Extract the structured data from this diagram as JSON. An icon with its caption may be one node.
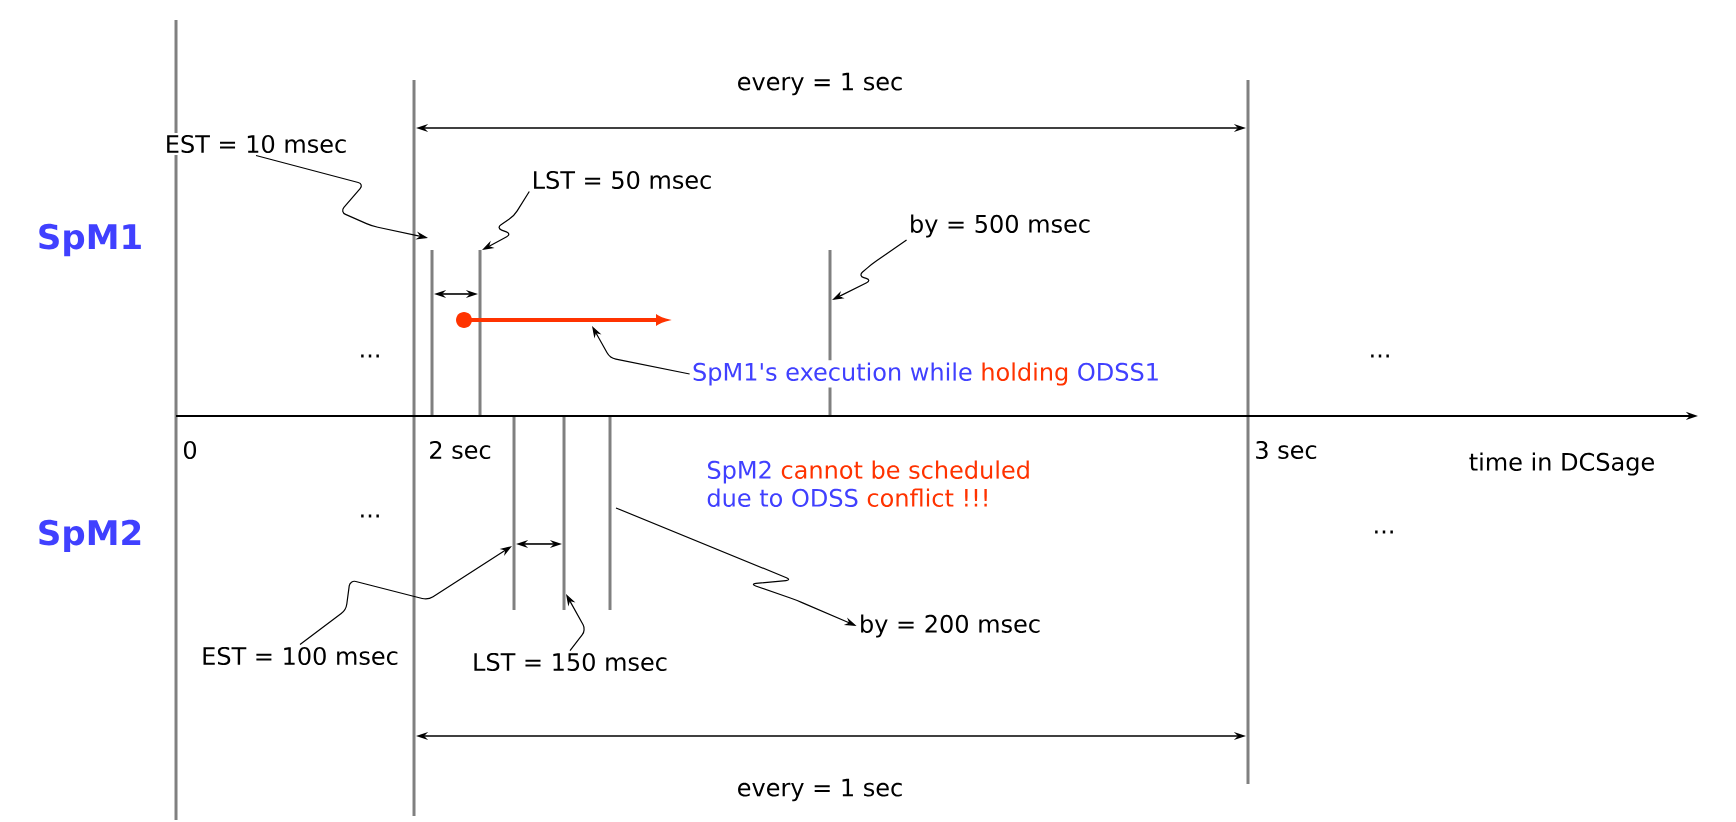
{
  "diagram": {
    "nodes": [
      {
        "text": [
          "EST = 10 msec"
        ]
      },
      {
        "text": [
          "LST = 50 msec"
        ]
      },
      {
        "text": [
          "by = 500 msec"
        ]
      },
      {
        "text": [
          "SpM1's execution while",
          "holding",
          "ODSS1"
        ]
      },
      {
        "text": [
          "by = 200 msec"
        ]
      },
      {
        "text": [
          "EST = 100 msec"
        ]
      },
      {
        "text": [
          "LST = 150 msec"
        ]
      }
    ],
    "edges": [
      {
        "from": 0,
        "to": null,
        "arrow": "to"
      },
      {
        "from": 1,
        "to": null,
        "arrow": "to"
      },
      {
        "from": 2,
        "to": null,
        "arrow": "to"
      },
      {
        "from": 3,
        "to": null,
        "arrow": "to"
      },
      {
        "from": null,
        "to": 4,
        "arrow": "to"
      },
      {
        "from": 5,
        "to": null,
        "arrow": "to"
      },
      {
        "from": 6,
        "to": null,
        "arrow": "to"
      }
    ],
    "labels": [
      "every = 1 sec",
      "SpM1",
      "...",
      "...",
      "0",
      "2 sec",
      "3 sec",
      "time in DCSage",
      "SpM2",
      "SpM2",
      "cannot be scheduled",
      "due to ODSS",
      "conflict !!!",
      "...",
      "...",
      "every = 1 sec"
    ]
  }
}
